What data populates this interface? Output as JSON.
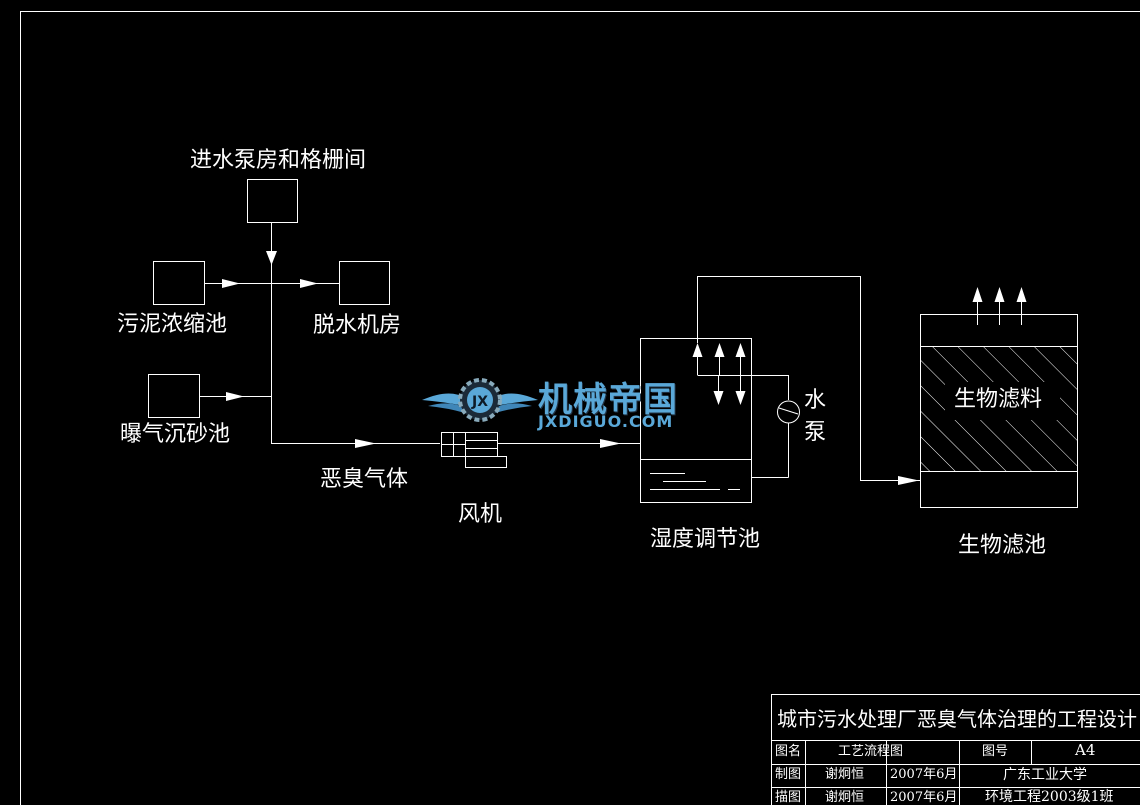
{
  "nodes": {
    "pump_house": "进水泵房和格栅间",
    "sludge_thickener": "污泥浓缩池",
    "dewatering_room": "脱水机房",
    "aerated_grit": "曝气沉砂池",
    "odor_gas": "恶臭气体",
    "fan": "风机",
    "humidity_tank": "湿度调节池",
    "water_pump_1": "水",
    "water_pump_2": "泵",
    "bio_media": "生物滤料",
    "bio_filter": "生物滤池"
  },
  "logo": {
    "name": "机械帝国",
    "url": "JXDIGUO.COM",
    "emblem": "JX"
  },
  "title_block": {
    "title": "城市污水处理厂恶臭气体治理的工程设计",
    "drawing_name_label": "图名",
    "drawing_name": "工艺流程图",
    "drawing_no_label": "图号",
    "drawing_no": "A4",
    "drawn_by_label": "制图",
    "drawn_by": "谢炯恒",
    "drawn_date": "2007年6月",
    "school": "广东工业大学",
    "traced_by_label": "描图",
    "traced_by": "谢炯恒",
    "traced_date": "2007年6月",
    "class": "环境工程2003级1班"
  },
  "colors": {
    "background": "#000000",
    "line": "#ffffff",
    "logo": "#5aa8d8"
  }
}
